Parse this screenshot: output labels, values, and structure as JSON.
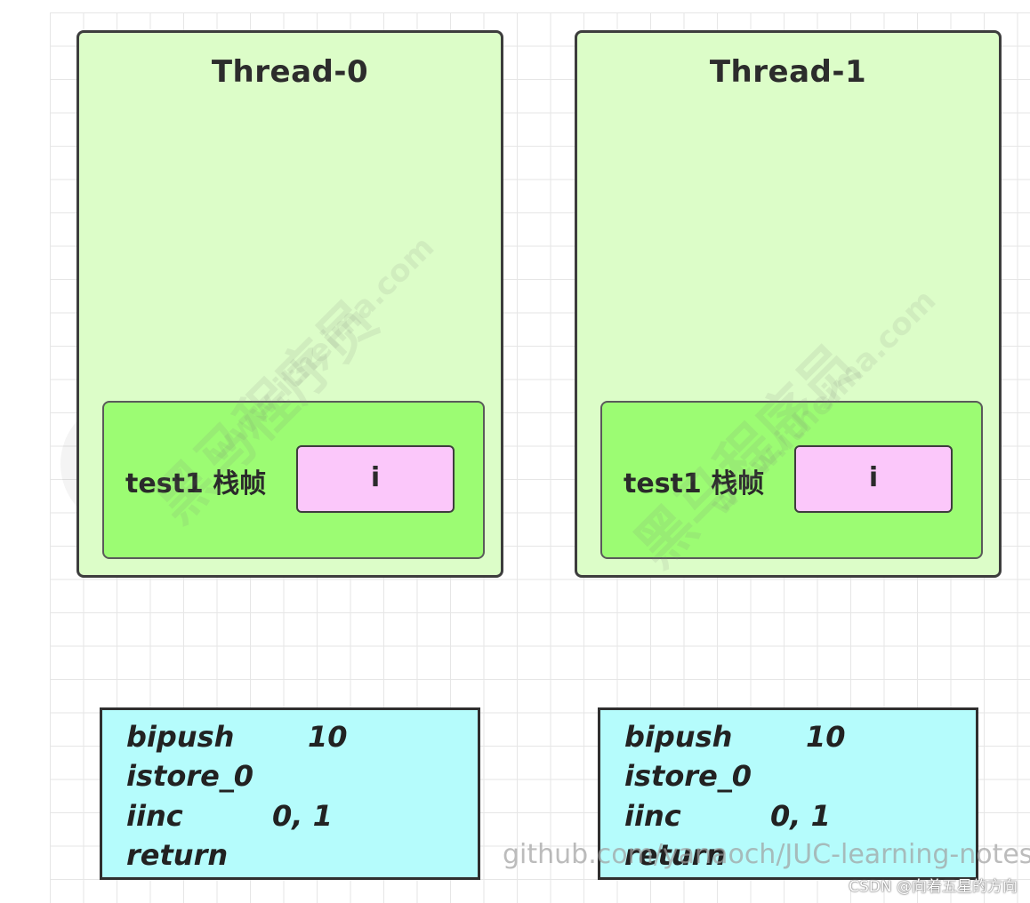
{
  "threads": [
    {
      "title": "Thread-0",
      "frame_label": "test1 栈帧",
      "local_var": "i",
      "bytecode": [
        {
          "op": "bipush",
          "arg": "10"
        },
        {
          "op": "istore_0",
          "arg": ""
        },
        {
          "op": "iinc",
          "arg": "0, 1"
        },
        {
          "op": "return",
          "arg": ""
        }
      ]
    },
    {
      "title": "Thread-1",
      "frame_label": "test1 栈帧",
      "local_var": "i",
      "bytecode": [
        {
          "op": "bipush",
          "arg": "10"
        },
        {
          "op": "istore_0",
          "arg": ""
        },
        {
          "op": "iinc",
          "arg": "0, 1"
        },
        {
          "op": "return",
          "arg": ""
        }
      ]
    }
  ],
  "watermarks": {
    "brand": "黑马程序员",
    "site": "www.itheima.com"
  },
  "source_url": "github.com/yanaoch/JUC-learning-notes",
  "credit": "CSDN @向着五星的方向",
  "colors": {
    "thread_fill": "#dcfdc8",
    "frame_fill": "#9cfc73",
    "local_var_fill": "#fbc7fa",
    "bytecode_fill": "#b5fcfc",
    "border": "#3d3d3d"
  }
}
